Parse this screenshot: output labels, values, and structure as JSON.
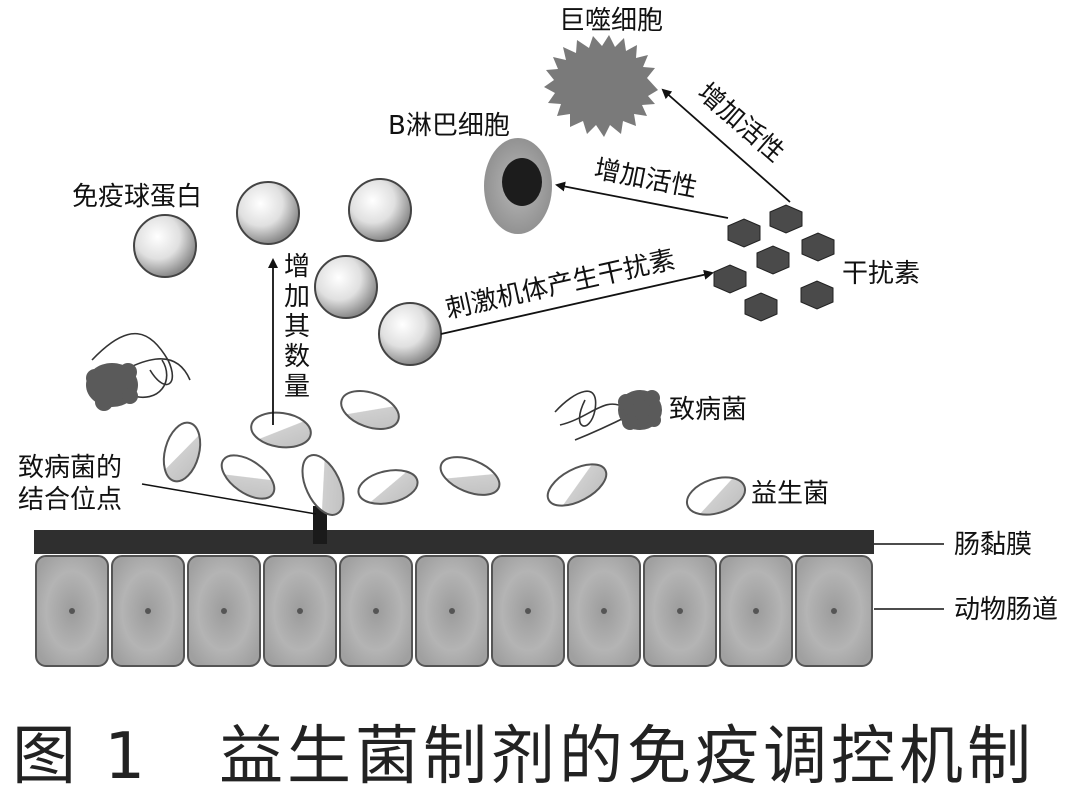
{
  "labels": {
    "macrophage": "巨噬细胞",
    "b_lymphocyte": "B淋巴细胞",
    "immunoglobulin": "免疫球蛋白",
    "interferon": "干扰素",
    "pathogen_right": "致病菌",
    "probiotic": "益生菌",
    "binding_site_line1": "致病菌的",
    "binding_site_line2": "结合位点",
    "mucosa": "肠黏膜",
    "intestine": "动物肠道"
  },
  "arrows": {
    "to_macrophage": "增加活性",
    "to_b_cell": "增加活性",
    "to_interferon": "刺激机体产生干扰素",
    "increase_quantity": "增加其数量"
  },
  "caption": {
    "figure_no": "图 1",
    "title": "益生菌制剂的免疫调控机制"
  },
  "colors": {
    "mucosa": "#2f2f2f",
    "cell_fill": "#a8a8a8",
    "cell_stroke": "#555555",
    "macrophage": "#7a7a7a",
    "b_cell_outer": "#9a9a9a",
    "b_cell_nucleus": "#1c1c1c",
    "interferon": "#4a4a4a",
    "pathogen": "#5a5a5a"
  }
}
